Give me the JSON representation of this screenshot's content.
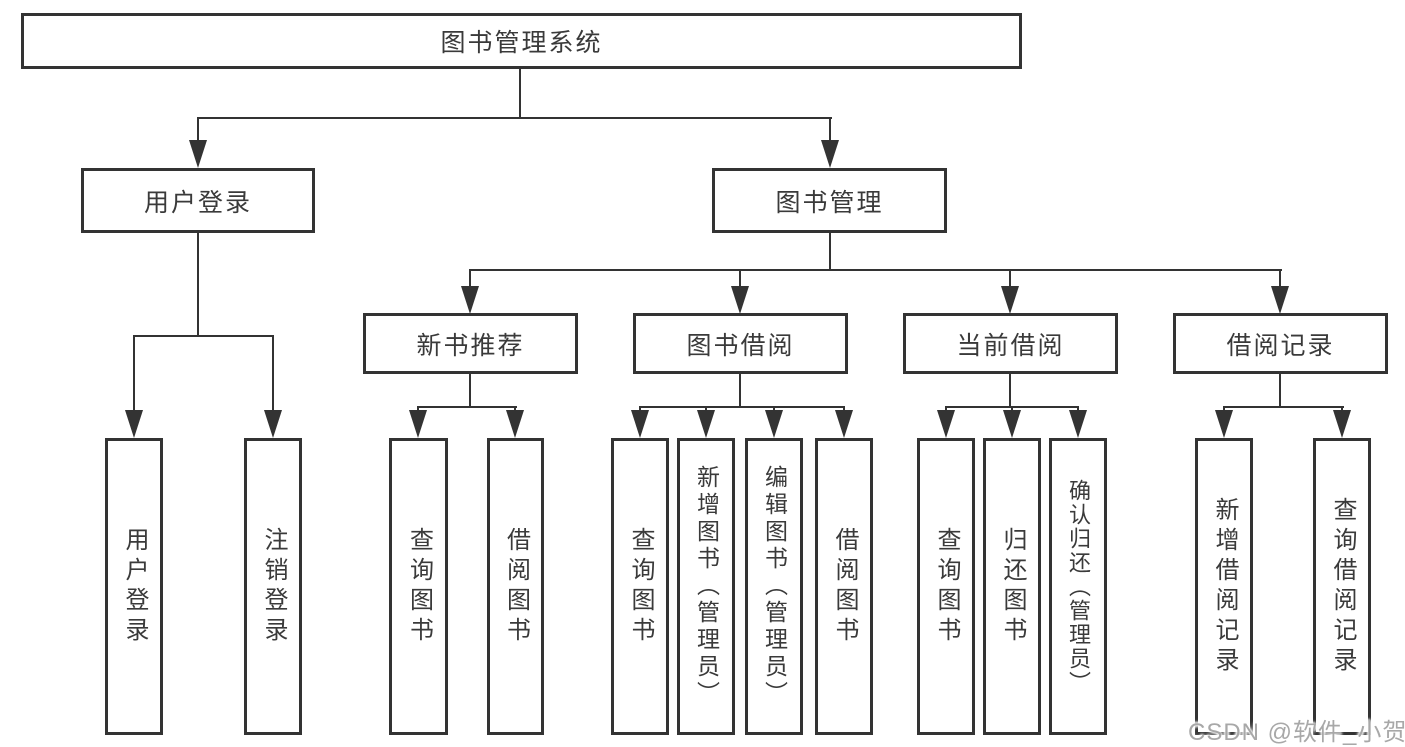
{
  "nodes": {
    "root": {
      "label": "图书管理系统"
    },
    "user_login": {
      "label": "用户登录"
    },
    "book_management": {
      "label": "图书管理"
    },
    "new_book_recommend": {
      "label": "新书推荐"
    },
    "book_borrowing": {
      "label": "图书借阅"
    },
    "current_borrowing": {
      "label": "当前借阅"
    },
    "borrowing_records": {
      "label": "借阅记录"
    },
    "login_user_login": {
      "label": "用户登录"
    },
    "login_logout": {
      "label": "注销登录"
    },
    "recommend_query_books": {
      "label": "查询图书"
    },
    "recommend_borrow_books": {
      "label": "借阅图书"
    },
    "borrowing_query_books": {
      "label": "查询图书"
    },
    "borrowing_add_books": {
      "label": "新增图书（管理员）"
    },
    "borrowing_edit_books": {
      "label": "编辑图书（管理员）"
    },
    "borrowing_borrow_books": {
      "label": "借阅图书"
    },
    "current_query_books": {
      "label": "查询图书"
    },
    "current_return_books": {
      "label": "归还图书"
    },
    "current_confirm_return": {
      "label": "确认归还（管理员）"
    },
    "records_add_record": {
      "label": "新增借阅记录"
    },
    "records_query_record": {
      "label": "查询借阅记录"
    }
  },
  "watermark": {
    "text": "CSDN @软件_小贺同学"
  },
  "colors": {
    "line": "#333333",
    "border": "#333333",
    "text": "#3a3a3a",
    "background": "#ffffff",
    "watermark": "#a8a8a8"
  }
}
